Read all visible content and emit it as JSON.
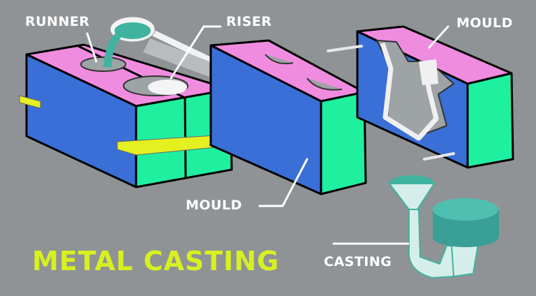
{
  "title": "METAL CASTING",
  "labels": {
    "runner": "RUNNER",
    "riser": "RISER",
    "mould_top_right": "MOULD",
    "mould_bottom": "MOULD",
    "casting": "CASTING"
  },
  "colors": {
    "background": "#8f9396",
    "side_face": "#3a6fd8",
    "end_face": "#1ef0a0",
    "top_face": "#f08ce0",
    "clamp": "#e4f020",
    "molten_metal": "#3fb3a0",
    "casting": "#4fbfb2",
    "title": "#d8f020",
    "label": "#ffffff"
  }
}
